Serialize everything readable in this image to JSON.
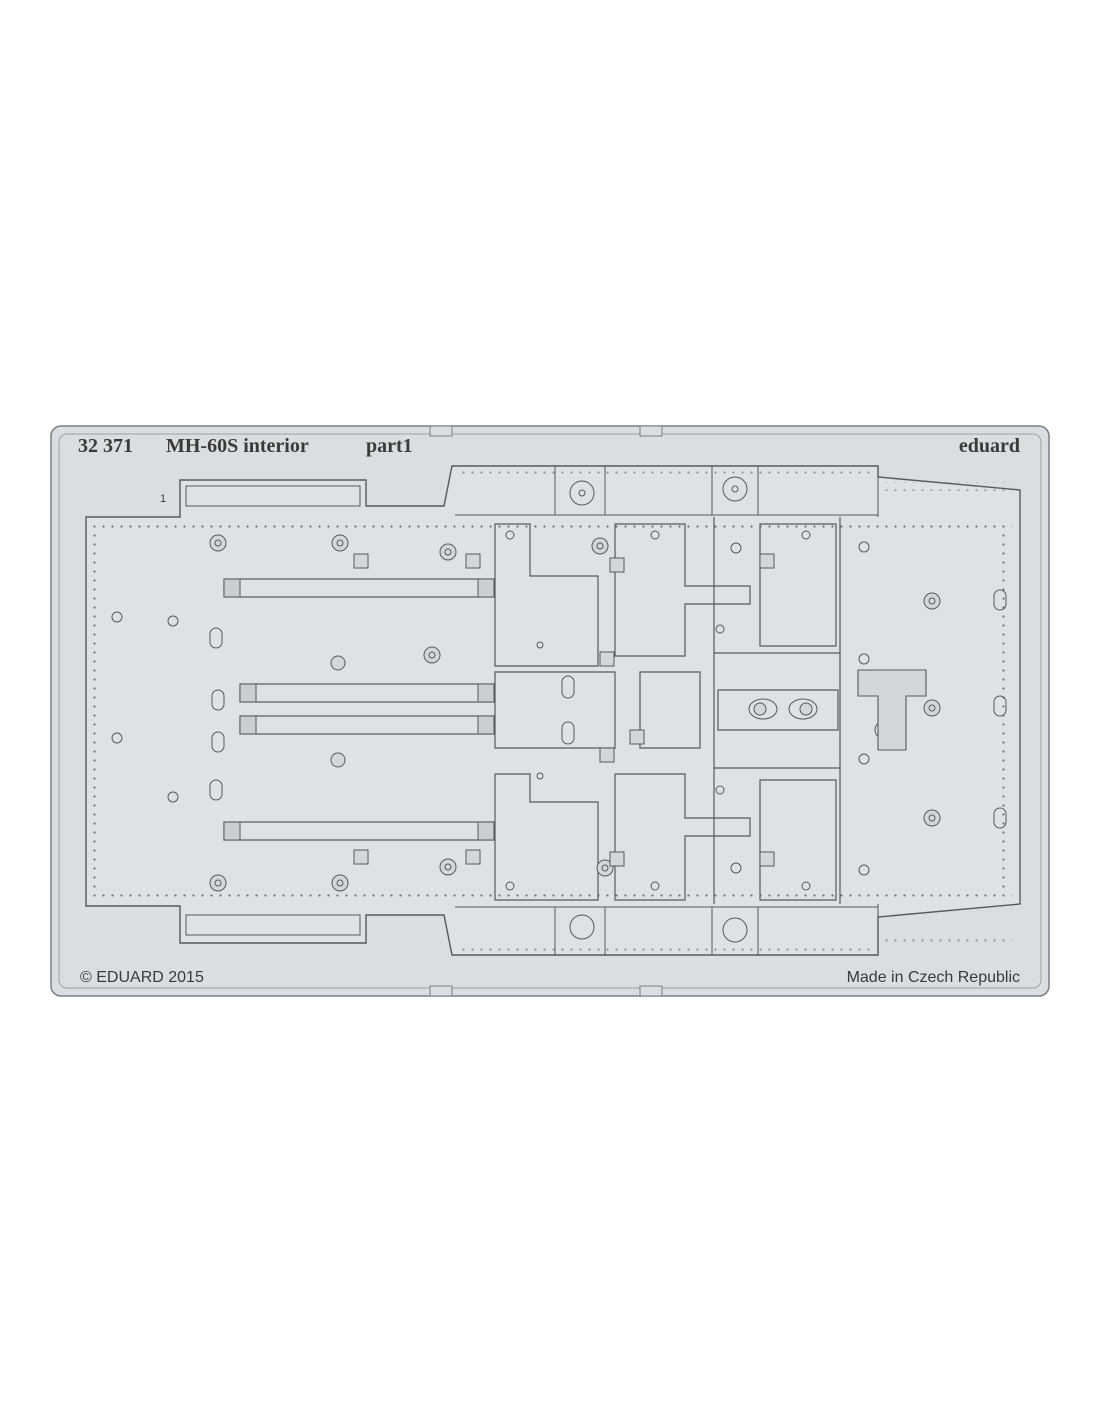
{
  "sheet": {
    "code": "32 371",
    "title": "MH-60S interior",
    "part": "part1",
    "brand": "eduard",
    "copyright": "© EDUARD 2015",
    "origin": "Made in Czech Republic",
    "part_number": "1"
  },
  "colors": {
    "background": "#ffffff",
    "fret": "#d9dee1",
    "line": "#5a5f63",
    "text": "#3a3a3a"
  }
}
